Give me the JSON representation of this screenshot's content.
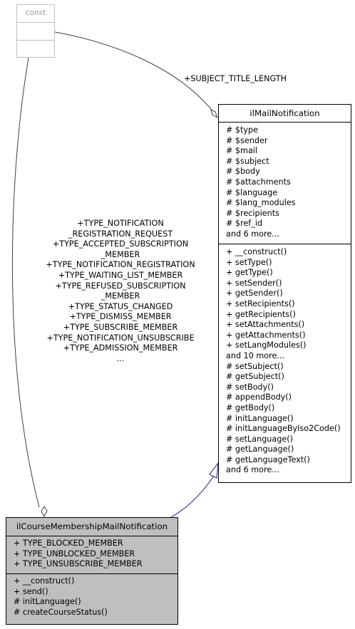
{
  "diagram": {
    "const_box": {
      "title": "const"
    },
    "mail_notification": {
      "title": "ilMailNotification",
      "attributes": [
        "# $type",
        "# $sender",
        "# $mail",
        "# $subject",
        "# $body",
        "# $attachments",
        "# $language",
        "# $lang_modules",
        "# $recipients",
        "# $ref_id",
        "and 6 more..."
      ],
      "operations": [
        "+ __construct()",
        "+ setType()",
        "+ getType()",
        "+ setSender()",
        "+ getSender()",
        "+ setRecipients()",
        "+ getRecipients()",
        "+ setAttachments()",
        "+ getAttachments()",
        "+ setLangModules()",
        "and 10 more...",
        "# setSubject()",
        "# getSubject()",
        "# setBody()",
        "# appendBody()",
        "# getBody()",
        "# initLanguage()",
        "# initLanguageByIso2Code()",
        "# setLanguage()",
        "# getLanguage()",
        "# getLanguageText()",
        "and 6 more..."
      ]
    },
    "course_notification": {
      "title": "ilCourseMembershipMailNotification",
      "attributes": [
        "+ TYPE_BLOCKED_MEMBER",
        "+ TYPE_UNBLOCKED_MEMBER",
        "+ TYPE_UNSUBSCRIBE_MEMBER"
      ],
      "operations": [
        "+ __construct()",
        "+ send()",
        "# initLanguage()",
        "# createCourseStatus()"
      ]
    },
    "edge_labels": {
      "subject_title_length": "+SUBJECT_TITLE_LENGTH",
      "type_constants": [
        "+TYPE_NOTIFICATION",
        "_REGISTRATION_REQUEST",
        "+TYPE_ACCEPTED_SUBSCRIPTION",
        "_MEMBER",
        "+TYPE_NOTIFICATION_REGISTRATION",
        "+TYPE_WAITING_LIST_MEMBER",
        "+TYPE_REFUSED_SUBSCRIPTION",
        "_MEMBER",
        "+TYPE_STATUS_CHANGED",
        "+TYPE_DISMISS_MEMBER",
        "+TYPE_SUBSCRIBE_MEMBER",
        "+TYPE_NOTIFICATION_UNSUBSCRIBE",
        "+TYPE_ADMISSION_MEMBER",
        "..."
      ]
    },
    "colors": {
      "inheritance_arrow": "#191970",
      "association_line": "#404040",
      "highlight_box": "#bfbfbf"
    }
  }
}
